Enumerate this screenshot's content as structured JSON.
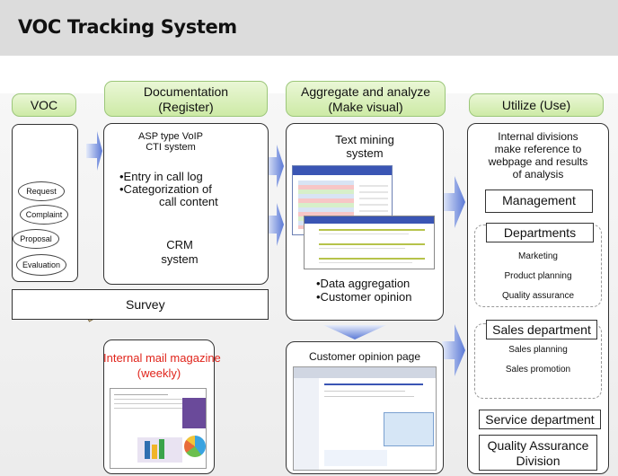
{
  "header": {
    "title": "VOC Tracking System"
  },
  "columns": {
    "voc": "VOC",
    "documentation": [
      "Documentation",
      "(Register)"
    ],
    "aggregate": [
      "Aggregate and analyze",
      "(Make visual)"
    ],
    "utilize": "Utilize (Use)"
  },
  "voc_types": [
    "Request",
    "Complaint",
    "Proposal",
    "Evaluation"
  ],
  "register": {
    "cti": [
      "ASP type VoIP",
      "CTI system"
    ],
    "steps": [
      "•Entry in call log",
      "•Categorization of",
      "call content"
    ],
    "crm": [
      "CRM",
      "system"
    ]
  },
  "survey": "Survey",
  "mail_magazine": [
    "Internal mail magazine",
    "(weekly)"
  ],
  "text_mining": [
    "Text mining",
    "system"
  ],
  "analysis_results": [
    "•Data aggregation",
    "•Customer opinion"
  ],
  "customer_opinion_page": "Customer opinion page",
  "utilize": {
    "intro": [
      "Internal divisions",
      "make reference to",
      "webpage and results",
      "of analysis"
    ],
    "management": "Management",
    "departments": {
      "title": "Departments",
      "items": [
        "Marketing",
        "Product planning",
        "Quality assurance"
      ]
    },
    "sales": {
      "title": "Sales department",
      "items": [
        "Sales planning",
        "Sales promotion"
      ]
    },
    "service": "Service department",
    "qa_division": [
      "Quality Assurance",
      "Division"
    ]
  },
  "colors": {
    "header_bg": "#dcdcdc",
    "green_label": "#d5eeb3",
    "arrow_blue": "#5b79d6",
    "mail_magazine_text": "#e0241b"
  }
}
